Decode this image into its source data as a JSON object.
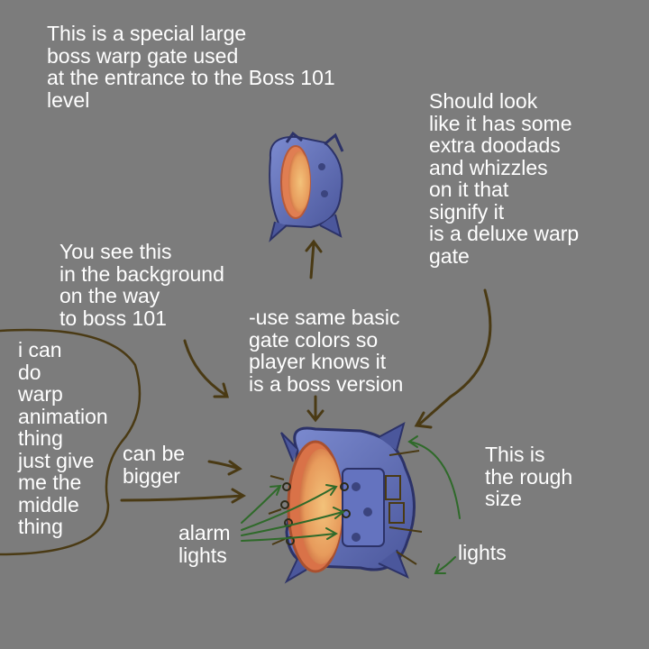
{
  "notes": {
    "title": "This is a special large\nboss warp gate used\nat the entrance to the Boss 101\nlevel",
    "deluxe": "Should look\nlike it has some\nextra doodads\nand whizzles\non it that\nsignify it\nis a deluxe warp\ngate",
    "background": "You see this\nin the background\non the way\nto boss 101",
    "colors": "-use same basic\ngate colors so\nplayer knows it\nis a boss version",
    "warp_animation": "i can\ndo\nwarp\nanimation\nthing\njust give\nme the\nmiddle\nthing",
    "bigger": "can be\nbigger",
    "rough_size": "This is\nthe rough\nsize",
    "alarm_lights": "alarm\nlights",
    "lights": "lights"
  },
  "colors": {
    "background": "#7c7c7c",
    "text": "#ffffff",
    "arrow_brown": "#4a3a14",
    "arrow_green": "#2f6a2a",
    "gate_body": "#5a6ab8",
    "gate_outline": "#2c3268",
    "portal_core": "#e8a060",
    "portal_glow": "#f0c070"
  },
  "icons": [
    "small-gate-illustration",
    "large-gate-illustration",
    "alarm-light-marks"
  ]
}
